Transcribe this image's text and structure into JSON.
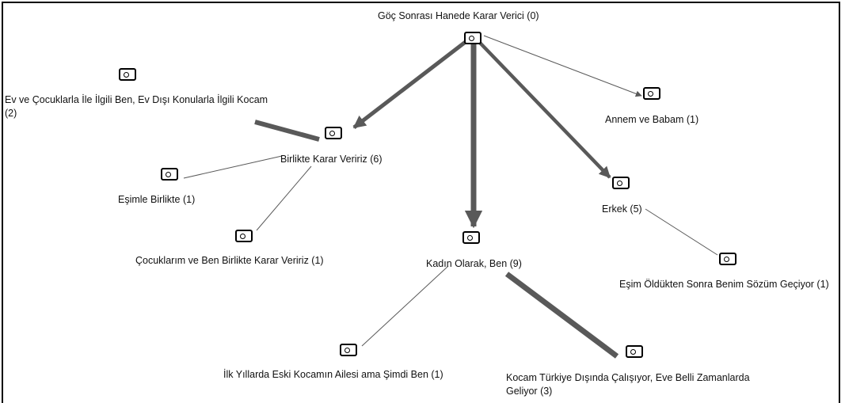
{
  "diagram": {
    "title": "Göç Sonrası Hanede Karar Verici (0)",
    "colors": {
      "edge": "#595959",
      "border": "#000000",
      "text": "#111111"
    },
    "nodes": [
      {
        "id": "root",
        "label": "Göç Sonrası Hanede Karar Verici (0)",
        "icon": "node-icon"
      },
      {
        "id": "ev-cocuk",
        "label": "Ev ve Çocuklarla İle İlgili Ben, Ev Dışı Konularla İlgili Kocam (2)",
        "icon": "node-icon"
      },
      {
        "id": "birlikte",
        "label": "Birlikte Karar Veririz (6)",
        "icon": "node-icon"
      },
      {
        "id": "annem",
        "label": "Annem ve Babam (1)",
        "icon": "node-icon"
      },
      {
        "id": "esimle",
        "label": "Eşimle Birlikte (1)",
        "icon": "node-icon"
      },
      {
        "id": "erkek",
        "label": "Erkek (5)",
        "icon": "node-icon"
      },
      {
        "id": "cocuklarim",
        "label": "Çocuklarım ve Ben Birlikte Karar Veririz (1)",
        "icon": "node-icon"
      },
      {
        "id": "kadin",
        "label": "Kadın Olarak, Ben (9)",
        "icon": "node-icon"
      },
      {
        "id": "esim-oldukten",
        "label": "Eşim Öldükten Sonra Benim Sözüm Geçiyor (1)",
        "icon": "node-icon"
      },
      {
        "id": "ilk-yillarda",
        "label": "İlk Yıllarda Eski Kocamın Ailesi ama Şimdi Ben (1)",
        "icon": "node-icon"
      },
      {
        "id": "kocam-turkiye",
        "label": "Kocam Türkiye Dışında Çalışıyor, Eve Belli Zamanlarda Geliyor (3)",
        "icon": "node-icon"
      }
    ],
    "edges": [
      {
        "from": "root",
        "to": "birlikte",
        "weight": 6,
        "arrow": true
      },
      {
        "from": "root",
        "to": "kadin",
        "weight": 9,
        "arrow": true
      },
      {
        "from": "root",
        "to": "erkek",
        "weight": 5,
        "arrow": true
      },
      {
        "from": "root",
        "to": "annem",
        "weight": 1,
        "arrow": true
      },
      {
        "from": "birlikte",
        "to": "ev-cocuk",
        "weight": 2,
        "arrow": false
      },
      {
        "from": "birlikte",
        "to": "esimle",
        "weight": 1,
        "arrow": false
      },
      {
        "from": "birlikte",
        "to": "cocuklarim",
        "weight": 1,
        "arrow": false
      },
      {
        "from": "kadin",
        "to": "ilk-yillarda",
        "weight": 1,
        "arrow": false
      },
      {
        "from": "kadin",
        "to": "kocam-turkiye",
        "weight": 3,
        "arrow": false
      },
      {
        "from": "erkek",
        "to": "esim-oldukten",
        "weight": 1,
        "arrow": false
      }
    ]
  }
}
